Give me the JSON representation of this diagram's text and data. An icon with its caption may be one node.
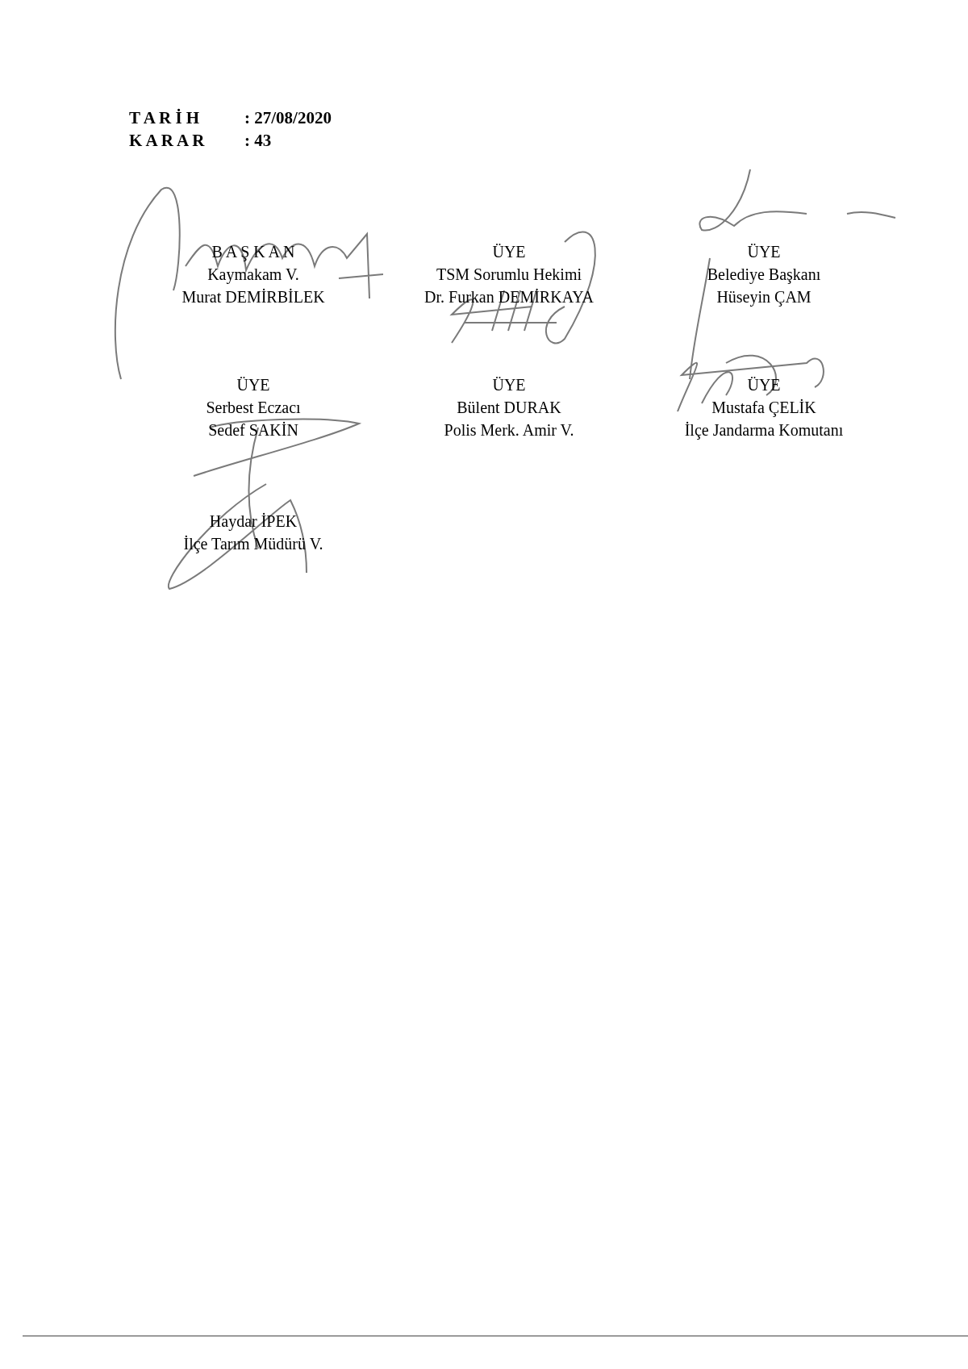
{
  "diagram": {
    "labels": [
      "T A R İ H",
      ": 27/08/2020",
      "K A R A R",
      ": 43",
      "B A Ş K A N",
      "Kaymakam V.",
      "Murat DEMİRBİLEK",
      "ÜYE",
      "TSM Sorumlu Hekimi",
      "Dr. Furkan DEMİRKAYA",
      "ÜYE",
      "Belediye Başkanı",
      "Hüseyin ÇAM",
      "ÜYE",
      "Serbest Eczacı",
      "Sedef SAKİN",
      "ÜYE",
      "Bülent DURAK",
      "Polis Merk. Amir V.",
      "ÜYE",
      "Mustafa ÇELİK",
      "İlçe Jandarma Komutanı",
      "Haydar İPEK",
      "İlçe Tarım Müdürü V."
    ]
  }
}
